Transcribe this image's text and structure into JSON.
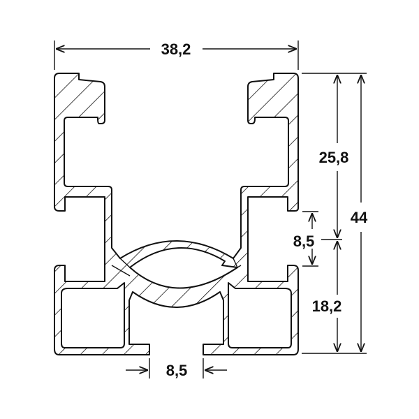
{
  "drawing": {
    "type": "aluminium profile cross-section",
    "dimensions": {
      "width": "38,2",
      "height_total": "44",
      "upper": "25,8",
      "lower": "18,2",
      "side_slot": "8,5",
      "bottom_slot": "8,5"
    },
    "colors": {
      "line": "#111111",
      "background": "#ffffff"
    }
  }
}
